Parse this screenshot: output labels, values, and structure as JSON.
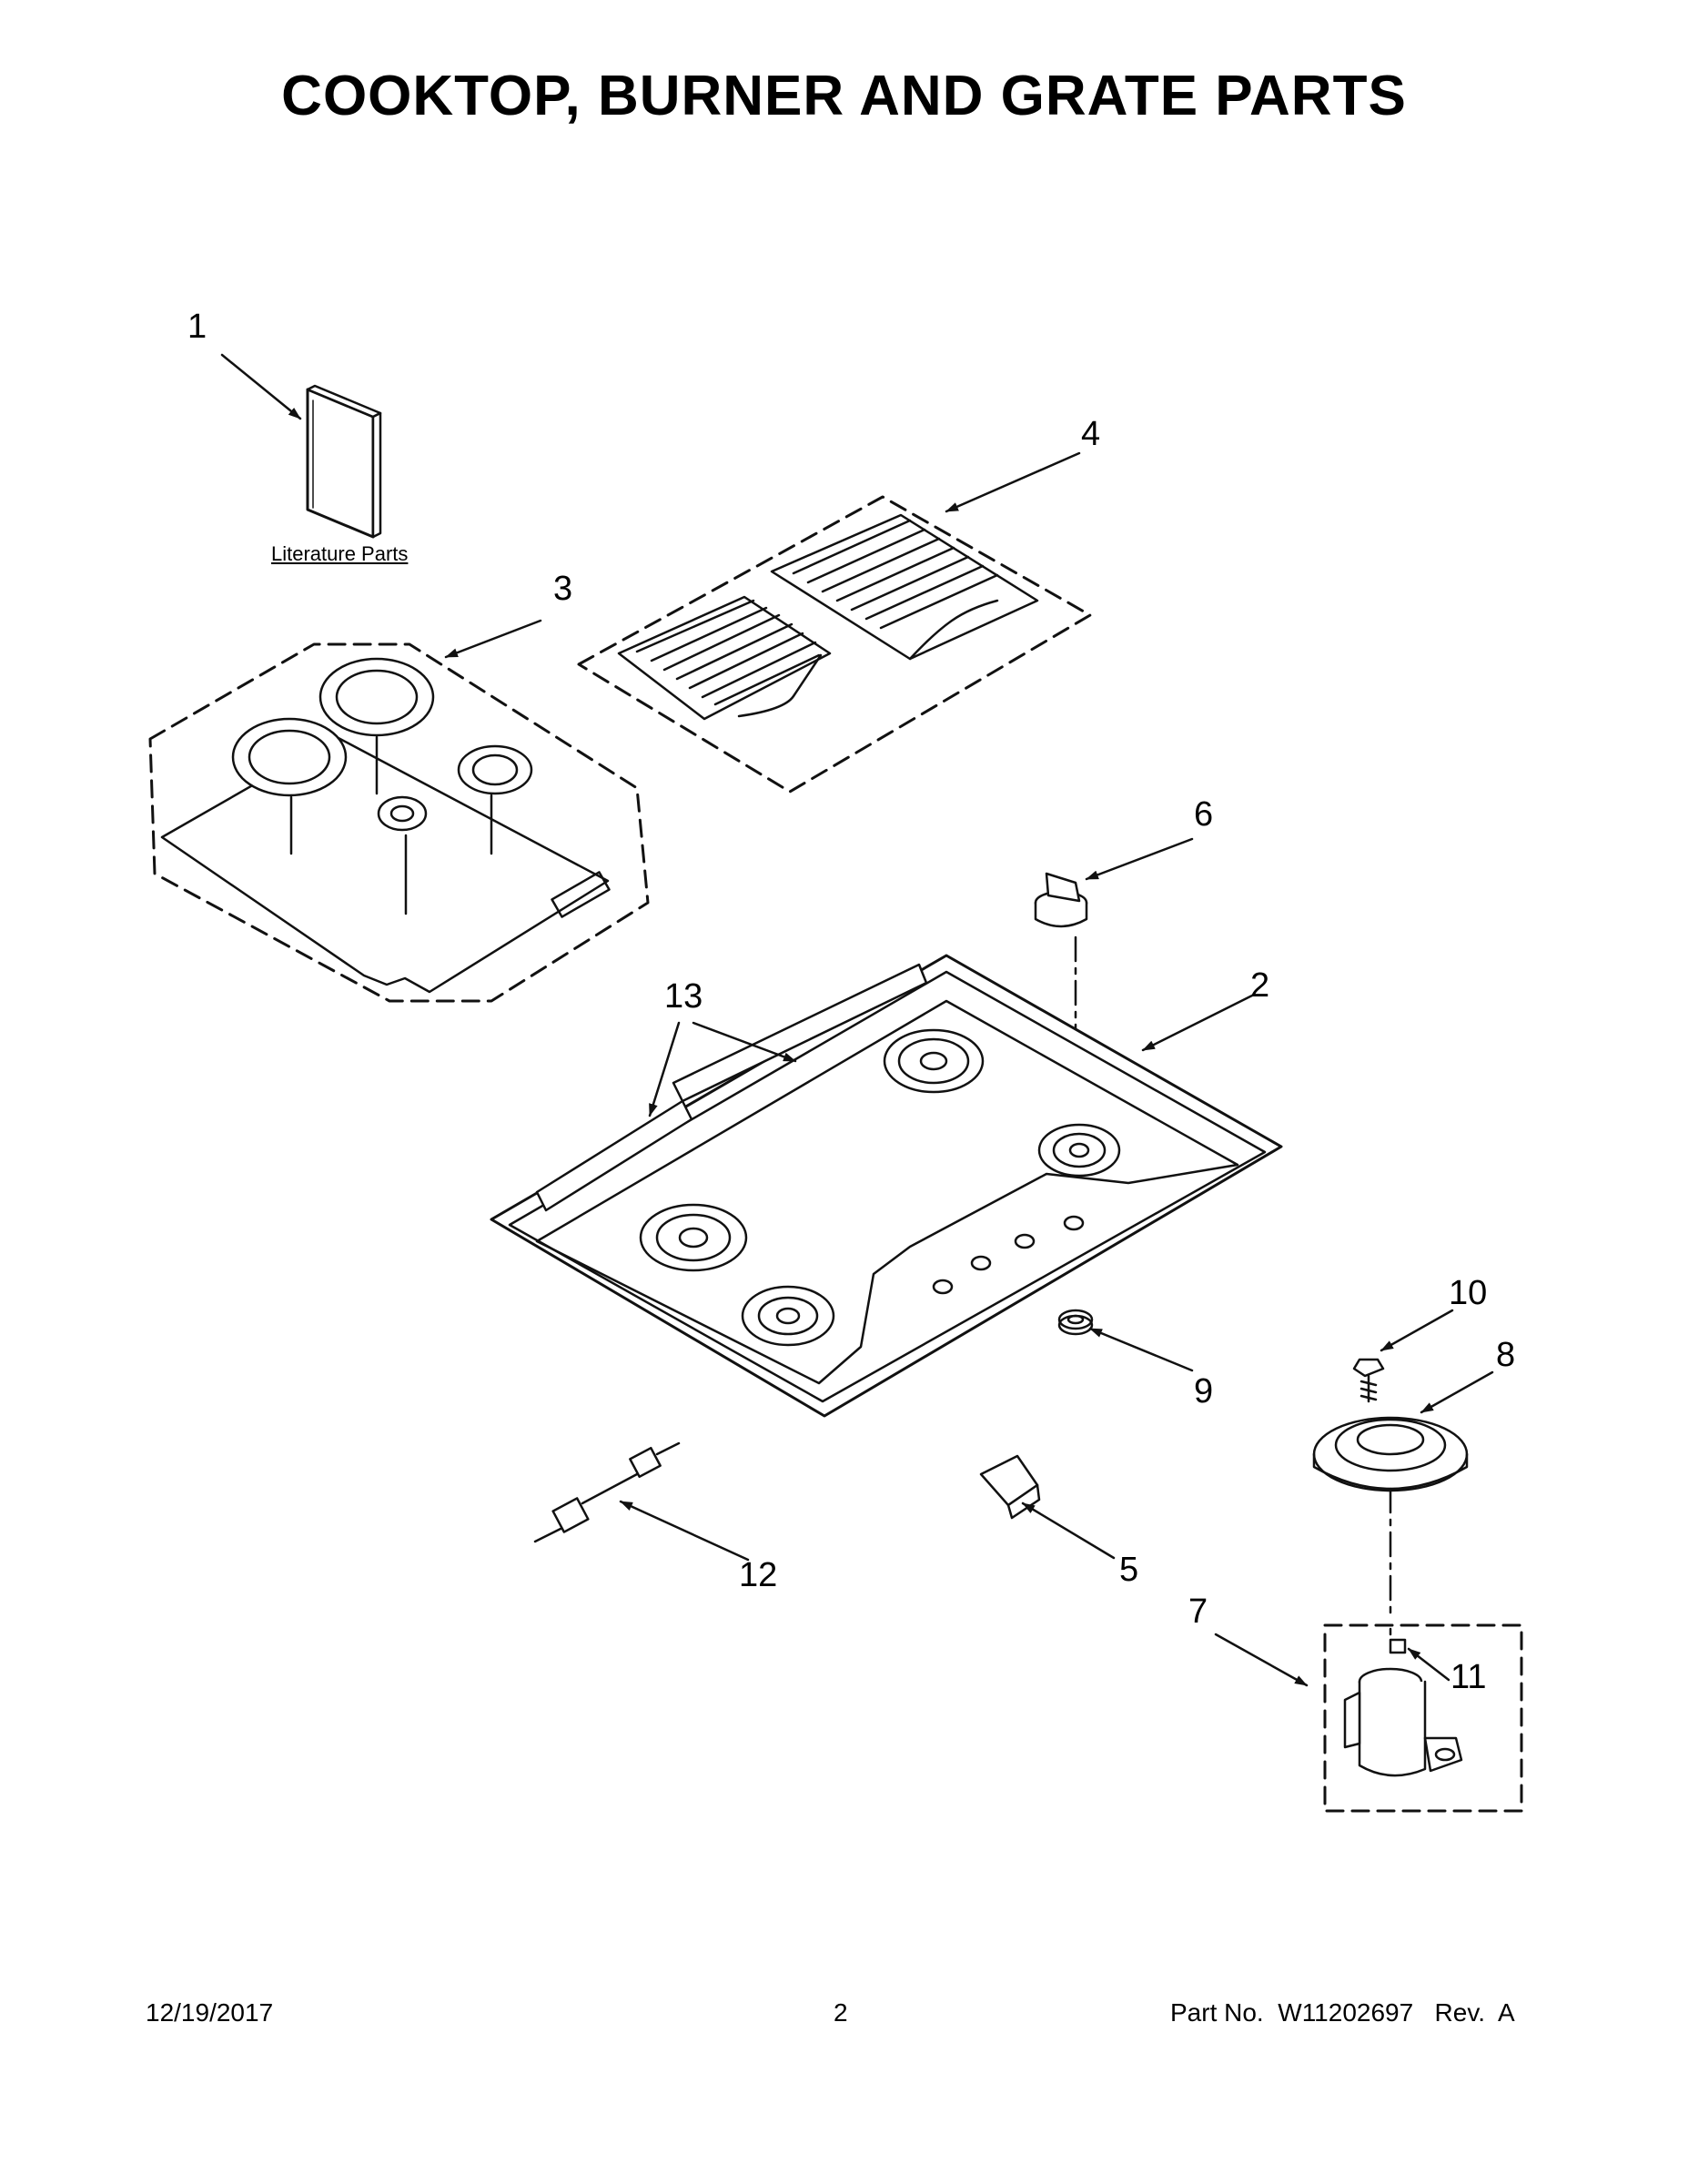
{
  "title": "COOKTOP, BURNER AND GRATE PARTS",
  "literature_label": "Literature Parts",
  "callouts": {
    "c1": "1",
    "c2": "2",
    "c3": "3",
    "c4": "4",
    "c5": "5",
    "c6": "6",
    "c7": "7",
    "c8": "8",
    "c9": "9",
    "c10": "10",
    "c11": "11",
    "c12": "12",
    "c13": "13"
  },
  "footer": {
    "date": "12/19/2017",
    "page": "2",
    "part_no": "Part No.  W11202697   Rev.  A"
  }
}
